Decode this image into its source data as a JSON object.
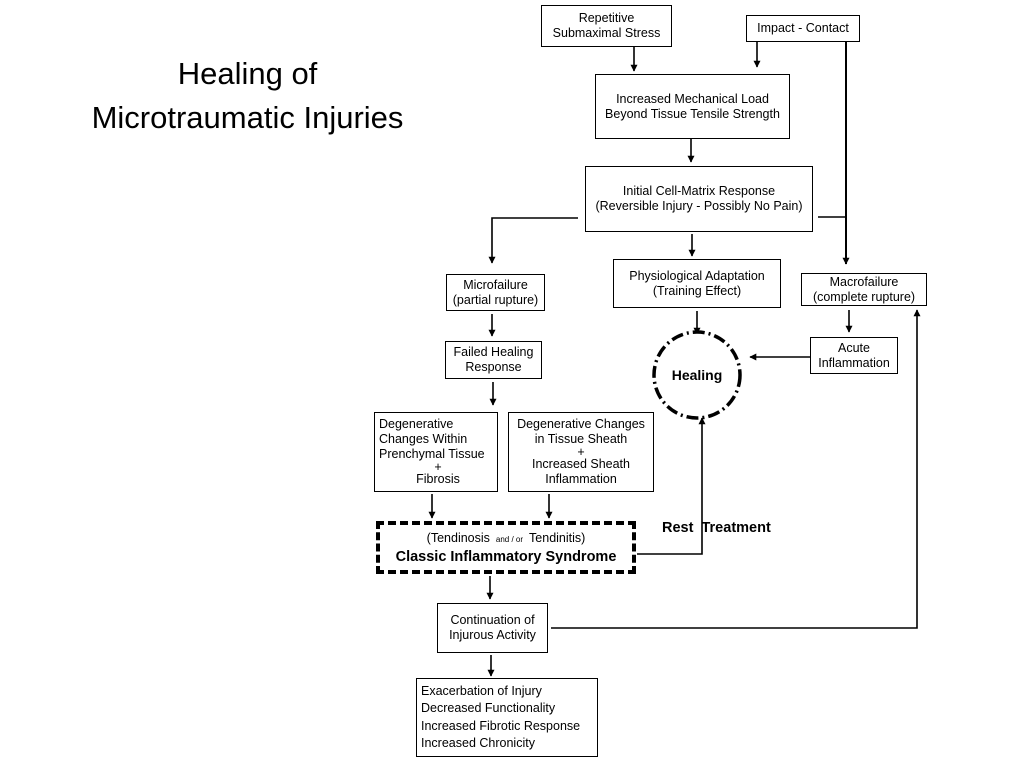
{
  "title": {
    "line1": "Healing of",
    "line2": "Microtraumatic Injuries"
  },
  "nodes": {
    "repetitive_stress": [
      "Repetitive",
      "Submaximal Stress"
    ],
    "impact_contact": [
      "Impact - Contact"
    ],
    "increased_load": [
      "Increased Mechanical Load",
      "Beyond Tissue Tensile Strength"
    ],
    "initial_response": [
      "Initial Cell-Matrix Response",
      "(Reversible Injury - Possibly No Pain)"
    ],
    "microfailure": [
      "Microfailure",
      "(partial rupture)"
    ],
    "physiological_adaptation": [
      "Physiological Adaptation",
      "(Training Effect)"
    ],
    "macrofailure": [
      "Macrofailure",
      "(complete rupture)"
    ],
    "failed_healing": [
      "Failed Healing",
      "Response"
    ],
    "acute_inflammation": [
      "Acute",
      "Inflammation"
    ],
    "healing": "Healing",
    "degenerative_parenchymal": [
      "Degenerative",
      "Changes Within",
      "Prenchymal Tissue",
      "+",
      "Fibrosis"
    ],
    "degenerative_sheath": [
      "Degenerative Changes",
      "in Tissue Sheath",
      "+",
      "Increased Sheath",
      "Inflammation"
    ],
    "syndrome": {
      "left": "(Tendinosis",
      "connector": "and / or",
      "right": "Tendinitis)",
      "name": "Classic Inflammatory Syndrome"
    },
    "rest_treatment": "Rest  Treatment",
    "continuation": [
      "Continuation of",
      "Injurous Activity"
    ],
    "exacerbation": [
      "Exacerbation of Injury",
      "Decreased Functionality",
      "Increased Fibrotic Response",
      "Increased Chronicity"
    ]
  }
}
